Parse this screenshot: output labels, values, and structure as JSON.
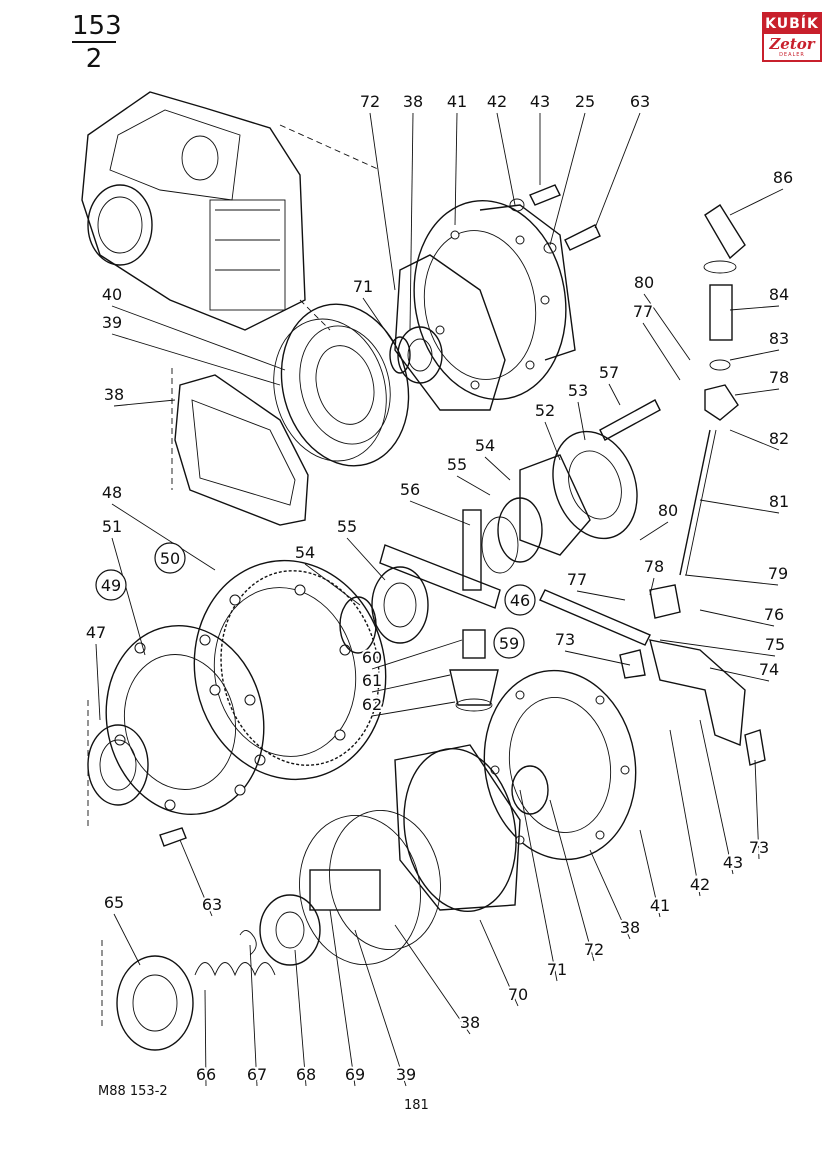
{
  "header": {
    "page_number_top": "153",
    "page_number_bottom": "2"
  },
  "logo": {
    "brand": "KUBÍK",
    "sub_brand": "Zetor",
    "tagline": "DEALER"
  },
  "diagram": {
    "callouts": [
      "72",
      "38",
      "41",
      "42",
      "43",
      "25",
      "63",
      "86",
      "80",
      "84",
      "77",
      "83",
      "78",
      "57",
      "40",
      "39",
      "71",
      "53",
      "38",
      "82",
      "52",
      "54",
      "55",
      "81",
      "56",
      "48",
      "80",
      "51",
      "55",
      "54",
      "78",
      "79",
      "77",
      "47",
      "76",
      "60",
      "75",
      "73",
      "74",
      "61",
      "62",
      "42",
      "43",
      "73",
      "63",
      "72",
      "71",
      "38",
      "41",
      "65",
      "70",
      "38",
      "66",
      "67",
      "68",
      "69",
      "39"
    ],
    "circled_callouts": [
      "50",
      "49",
      "46",
      "59"
    ]
  },
  "footer": {
    "code": "M88   153-2",
    "page": "181"
  },
  "colors": {
    "line": "#111111",
    "logo_red": "#c8202c",
    "background": "#ffffff"
  }
}
